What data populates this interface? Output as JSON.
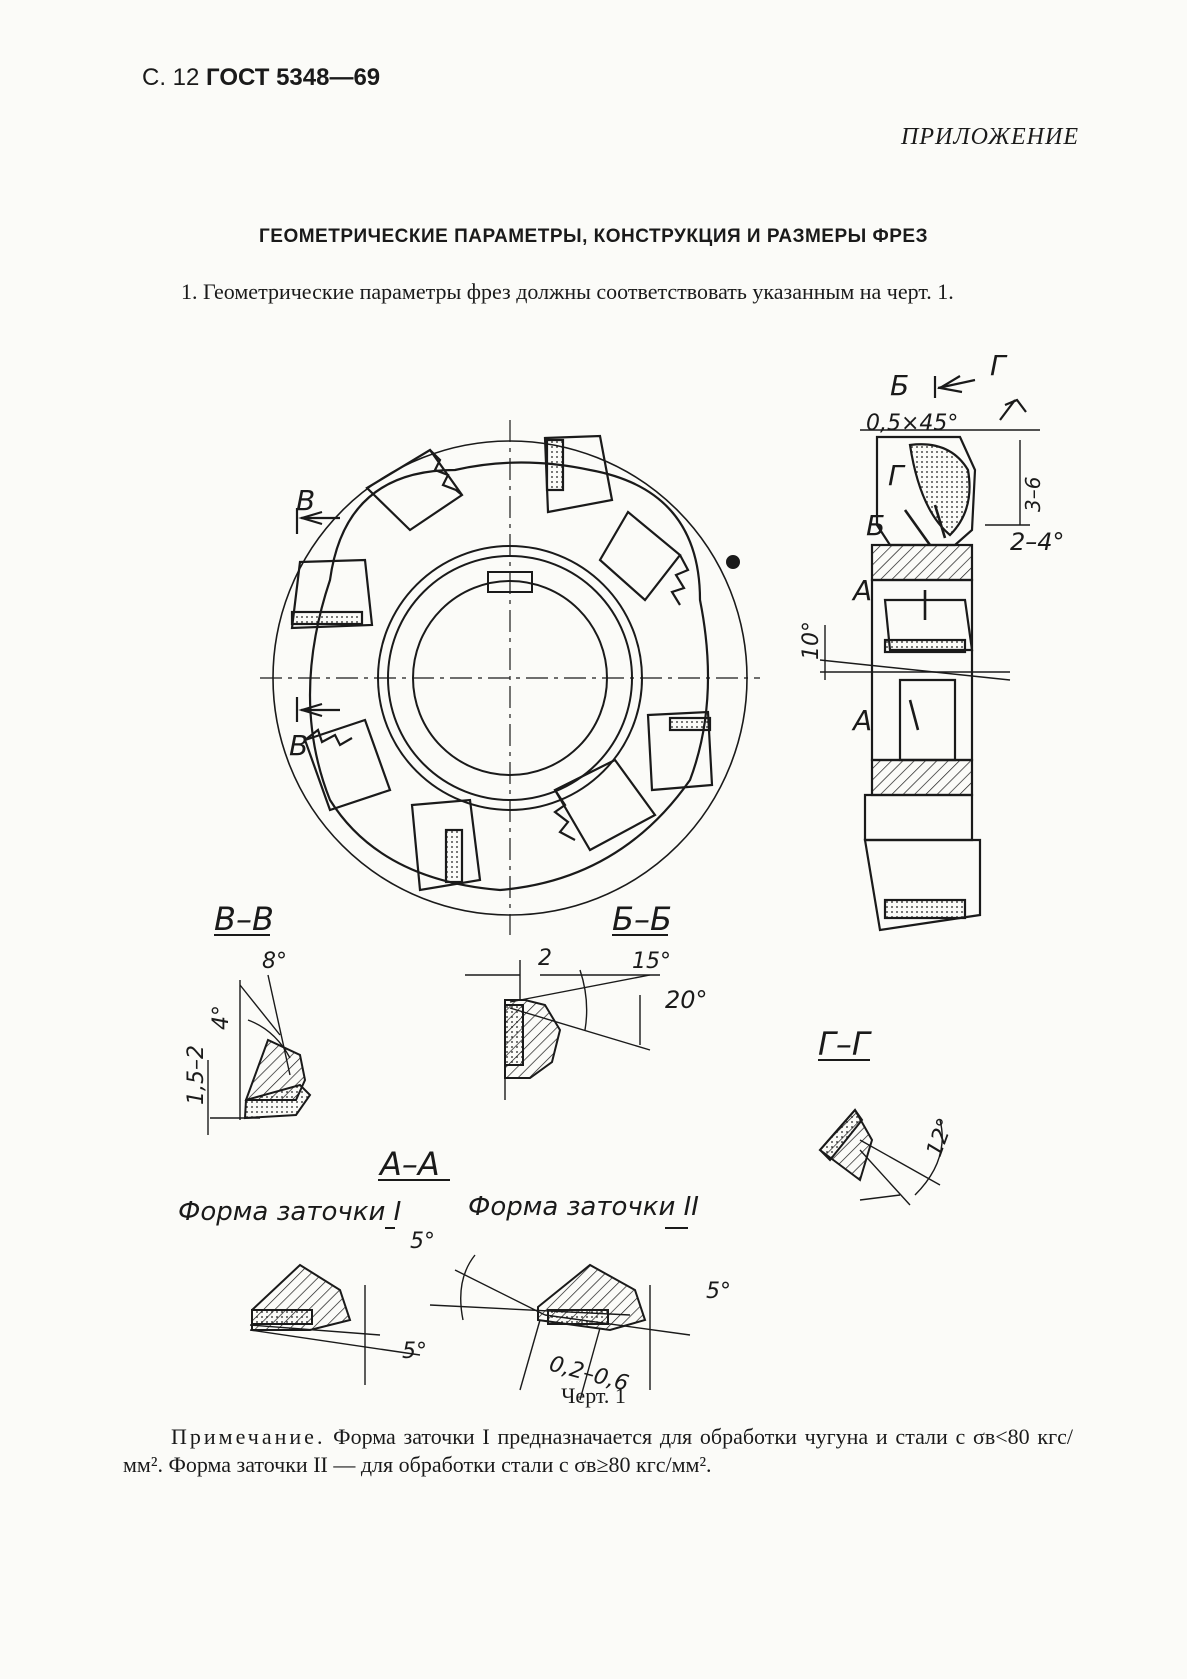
{
  "header": {
    "page": "С. 12",
    "standard": "ГОСТ 5348—69"
  },
  "appendix": "ПРИЛОЖЕНИЕ",
  "title": "ГЕОМЕТРИЧЕСКИЕ ПАРАМЕТРЫ, КОНСТРУКЦИЯ И РАЗМЕРЫ ФРЕЗ",
  "paragraph1": "1. Геометрические параметры фрез должны соответствовать указанным на черт. 1.",
  "drawing": {
    "main_labels": {
      "b_top": "Б",
      "g_top": "Г",
      "chamfer": "0,5×45°",
      "g_side": "Г",
      "b_side": "Б",
      "range_3_6": "3–6",
      "angle_2_4": "2–4°",
      "a_top": "А",
      "angle_10": "10°",
      "a_bottom": "А",
      "v_top": "В",
      "v_bottom": "В"
    },
    "section_vv": {
      "title": "В–В",
      "a8": "8°",
      "a4": "4°",
      "dim": "1,5–2"
    },
    "section_bb": {
      "title": "Б–Б",
      "dim2": "2",
      "a15": "15°",
      "a20": "20°"
    },
    "section_gg": {
      "title": "Г–Г",
      "a12": "12°"
    },
    "section_aa": {
      "title": "А–А",
      "form1": "Форма заточки I",
      "form2": "Форма заточки II",
      "a5_1": "5°",
      "a5_2": "5°",
      "a5_3": "5°",
      "dim": "0,2–0,6"
    }
  },
  "caption": "Черт. 1",
  "note": {
    "label": "Примечание.",
    "text": " Форма заточки I предназначается для обработки чугуна и стали с σв<80 кгс/мм². Форма заточки II — для обработки стали с σв≥80 кгс/мм²."
  }
}
